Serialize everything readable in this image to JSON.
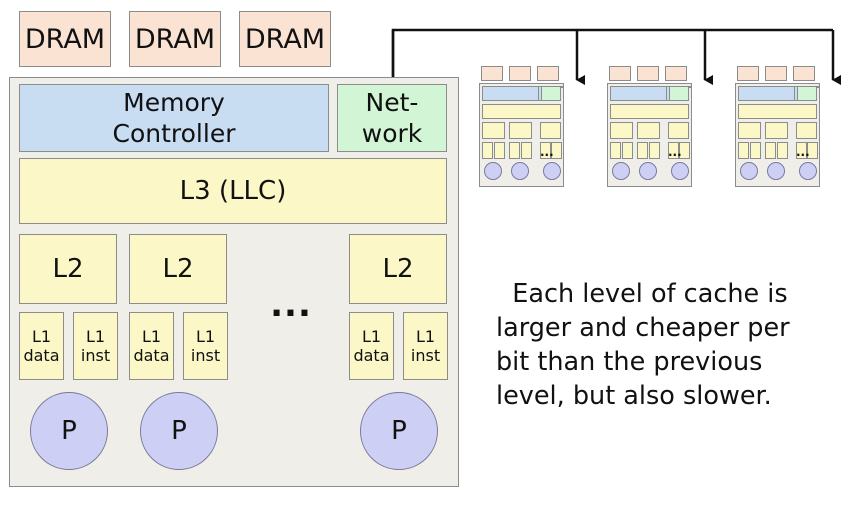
{
  "dram_labels": [
    "DRAM",
    "DRAM",
    "DRAM"
  ],
  "memory_controller": "Memory Controller",
  "network": "Net-\nwork",
  "llc": "L3 (LLC)",
  "l2": "L2",
  "l1_data": "L1\ndata",
  "l1_inst": "L1\ninst",
  "processor": "P",
  "ellipsis": "...",
  "mini_ellipsis": "...",
  "description": "Each level of cache is\nlarger and cheaper per\nbit than the previous\nlevel, but also slower.",
  "colors": {
    "dram": "#fbe3d4",
    "memory_controller": "#c8dcf2",
    "network": "#d2f5d6",
    "cache": "#fbf7c6",
    "processor": "#cdd0f4",
    "chip": "#f0eee9"
  }
}
